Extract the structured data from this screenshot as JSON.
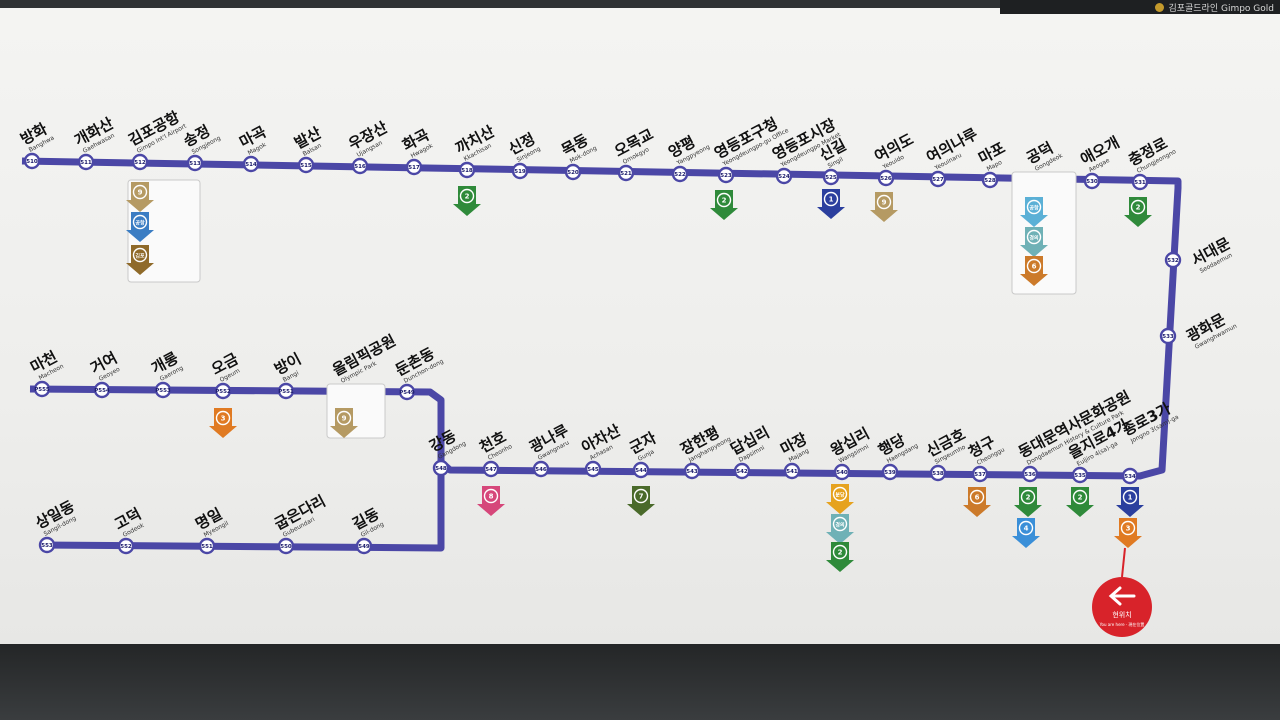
{
  "header_sign": {
    "text": "김포골드라인 Gimpo Gold"
  },
  "line_color": "#4b47a6",
  "you_are_here": {
    "label": "현위치",
    "sub": "You are here · 現在位置"
  },
  "stations": [
    {
      "id": "s510",
      "code": "510",
      "name": "방화",
      "sub": "Banghwa"
    },
    {
      "id": "s511",
      "code": "511",
      "name": "개화산",
      "sub": "Gaehwasan"
    },
    {
      "id": "s512",
      "code": "512",
      "name": "김포공항",
      "sub": "Gimpo Int'l Airport"
    },
    {
      "id": "s513",
      "code": "513",
      "name": "송정",
      "sub": "Songjeong"
    },
    {
      "id": "s514",
      "code": "514",
      "name": "마곡",
      "sub": "Magok"
    },
    {
      "id": "s515",
      "code": "515",
      "name": "발산",
      "sub": "Balsan"
    },
    {
      "id": "s516",
      "code": "516",
      "name": "우장산",
      "sub": "Ujangsan"
    },
    {
      "id": "s517",
      "code": "517",
      "name": "화곡",
      "sub": "Hwagok"
    },
    {
      "id": "s518",
      "code": "518",
      "name": "까치산",
      "sub": "Kkachisan"
    },
    {
      "id": "s519",
      "code": "519",
      "name": "신정",
      "sub": "Sinjeong"
    },
    {
      "id": "s520",
      "code": "520",
      "name": "목동",
      "sub": "Mok-dong"
    },
    {
      "id": "s521",
      "code": "521",
      "name": "오목교",
      "sub": "Omokgyo"
    },
    {
      "id": "s522",
      "code": "522",
      "name": "양평",
      "sub": "Yangpyeong"
    },
    {
      "id": "s523",
      "code": "523",
      "name": "영등포구청",
      "sub": "Yeongdeungpo-gu Office"
    },
    {
      "id": "s524",
      "code": "524",
      "name": "영등포시장",
      "sub": "Yeongdeungpo Market"
    },
    {
      "id": "s525",
      "code": "525",
      "name": "신길",
      "sub": "Singil"
    },
    {
      "id": "s526",
      "code": "526",
      "name": "여의도",
      "sub": "Yeouido"
    },
    {
      "id": "s527",
      "code": "527",
      "name": "여의나루",
      "sub": "Yeouinaru"
    },
    {
      "id": "s528",
      "code": "528",
      "name": "마포",
      "sub": "Mapo"
    },
    {
      "id": "s529",
      "code": "529",
      "name": "공덕",
      "sub": "Gongdeok"
    },
    {
      "id": "s530",
      "code": "530",
      "name": "애오개",
      "sub": "Aeogae"
    },
    {
      "id": "s531",
      "code": "531",
      "name": "충정로",
      "sub": "Chungjeongno"
    },
    {
      "id": "s532",
      "code": "532",
      "name": "서대문",
      "sub": "Seodaemun"
    },
    {
      "id": "s533",
      "code": "533",
      "name": "광화문",
      "sub": "Gwanghwamun"
    },
    {
      "id": "s534",
      "code": "534",
      "name": "종로3가",
      "sub": "Jongno 3(sam)-ga"
    },
    {
      "id": "s535",
      "code": "535",
      "name": "을지로4가",
      "sub": "Euljiro 4(sa)-ga"
    },
    {
      "id": "s536",
      "code": "536",
      "name": "동대문역사문화공원",
      "sub": "Dongdaemun History & Culture Park"
    },
    {
      "id": "s537",
      "code": "537",
      "name": "청구",
      "sub": "Cheonggu"
    },
    {
      "id": "s538",
      "code": "538",
      "name": "신금호",
      "sub": "Singeumho"
    },
    {
      "id": "s539",
      "code": "539",
      "name": "행당",
      "sub": "Haengdang"
    },
    {
      "id": "s540",
      "code": "540",
      "name": "왕십리",
      "sub": "Wangsimni"
    },
    {
      "id": "s541",
      "code": "541",
      "name": "마장",
      "sub": "Majang"
    },
    {
      "id": "s542",
      "code": "542",
      "name": "답십리",
      "sub": "Dapsimni"
    },
    {
      "id": "s543",
      "code": "543",
      "name": "장한평",
      "sub": "Janghanpyeong"
    },
    {
      "id": "s544",
      "code": "544",
      "name": "군자",
      "sub": "Gunja"
    },
    {
      "id": "s545",
      "code": "545",
      "name": "아차산",
      "sub": "Achasan"
    },
    {
      "id": "s546",
      "code": "546",
      "name": "광나루",
      "sub": "Gwangnaru"
    },
    {
      "id": "s547",
      "code": "547",
      "name": "천호",
      "sub": "Cheonho"
    },
    {
      "id": "s548",
      "code": "548",
      "name": "강동",
      "sub": "Gangdong"
    },
    {
      "id": "p549",
      "code": "P549",
      "name": "둔촌동",
      "sub": "Dunchon-dong"
    },
    {
      "id": "p550",
      "code": "P550",
      "name": "올림픽공원",
      "sub": "Olympic Park"
    },
    {
      "id": "p551",
      "code": "P551",
      "name": "방이",
      "sub": "Bangi"
    },
    {
      "id": "p552",
      "code": "P552",
      "name": "오금",
      "sub": "Ogeum"
    },
    {
      "id": "p553",
      "code": "P553",
      "name": "개롱",
      "sub": "Gaerong"
    },
    {
      "id": "p554",
      "code": "P554",
      "name": "거여",
      "sub": "Geoyeo"
    },
    {
      "id": "p555",
      "code": "P555",
      "name": "마천",
      "sub": "Macheon"
    },
    {
      "id": "s549",
      "code": "549",
      "name": "길동",
      "sub": "Gil-dong"
    },
    {
      "id": "s550",
      "code": "550",
      "name": "굽은다리",
      "sub": "Gubeundari"
    },
    {
      "id": "s551",
      "code": "551",
      "name": "명일",
      "sub": "Myeongil"
    },
    {
      "id": "s552",
      "code": "552",
      "name": "고덕",
      "sub": "Godeok"
    },
    {
      "id": "s553",
      "code": "553",
      "name": "상일동",
      "sub": "Sangil-dong"
    }
  ],
  "transfers": [
    {
      "id": "t512a",
      "line": "9",
      "color": "#b59a63"
    },
    {
      "id": "t512b",
      "line": "공항",
      "color": "#3b7dc3"
    },
    {
      "id": "t512c",
      "line": "김포",
      "color": "#8f6a2a"
    },
    {
      "id": "t518",
      "line": "2",
      "color": "#2f8a3a"
    },
    {
      "id": "t523",
      "line": "2",
      "color": "#2f8a3a"
    },
    {
      "id": "t525",
      "line": "1",
      "color": "#2b3f9e"
    },
    {
      "id": "t526",
      "line": "9",
      "color": "#b59a63"
    },
    {
      "id": "t529a",
      "line": "공항",
      "color": "#5bb0d6"
    },
    {
      "id": "t529b",
      "line": "경의",
      "color": "#6fb1b6"
    },
    {
      "id": "t529c",
      "line": "6",
      "color": "#cc7a2a"
    },
    {
      "id": "t531",
      "line": "2",
      "color": "#2f8a3a"
    },
    {
      "id": "t534a",
      "line": "1",
      "color": "#2b3f9e"
    },
    {
      "id": "t534b",
      "line": "3",
      "color": "#e07a22"
    },
    {
      "id": "t535",
      "line": "2",
      "color": "#2f8a3a"
    },
    {
      "id": "t536a",
      "line": "2",
      "color": "#2f8a3a"
    },
    {
      "id": "t536b",
      "line": "4",
      "color": "#3a8fd8"
    },
    {
      "id": "t537",
      "line": "6",
      "color": "#cc7a2a"
    },
    {
      "id": "t540a",
      "line": "분당",
      "color": "#e6a21e"
    },
    {
      "id": "t540b",
      "line": "경의",
      "color": "#6fb1b6"
    },
    {
      "id": "t540c",
      "line": "2",
      "color": "#2f8a3a"
    },
    {
      "id": "t544",
      "line": "7",
      "color": "#4a6a2a"
    },
    {
      "id": "t547",
      "line": "8",
      "color": "#d6477a"
    },
    {
      "id": "t550",
      "line": "9",
      "color": "#b59a63"
    },
    {
      "id": "t552",
      "line": "3",
      "color": "#e07a22"
    }
  ]
}
